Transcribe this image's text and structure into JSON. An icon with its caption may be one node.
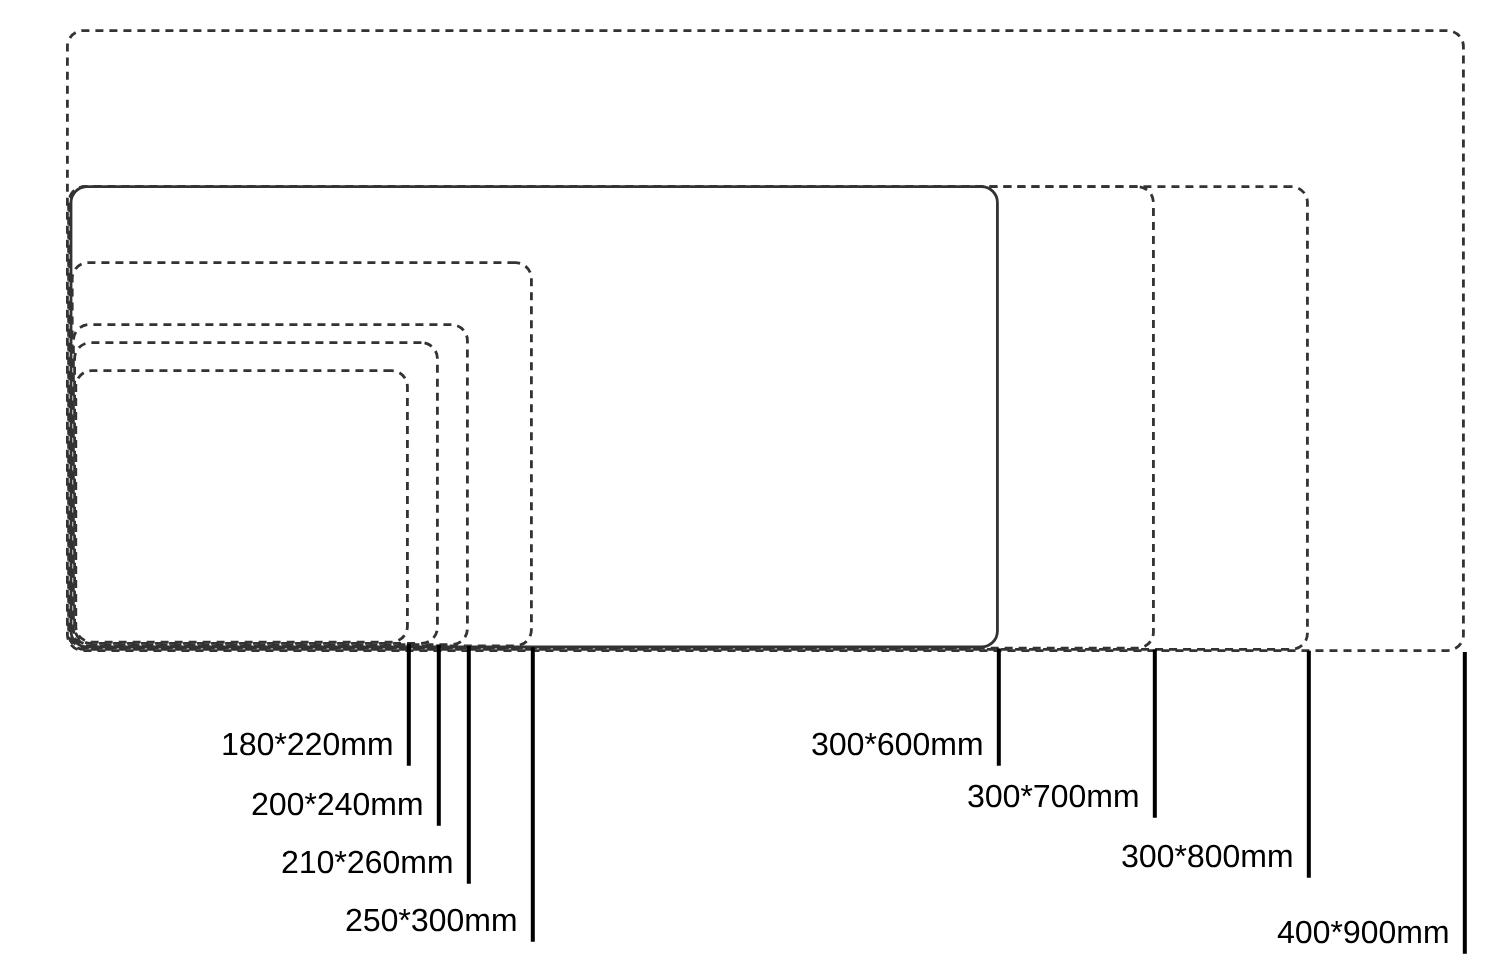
{
  "diagram": {
    "nodes": [
      {
        "text": [],
        "shape": "box"
      },
      {
        "text": [],
        "shape": "box",
        "in": 0
      },
      {
        "text": [],
        "shape": "box",
        "in": 1
      },
      {
        "text": [],
        "shape": "box",
        "in": 2
      },
      {
        "text": [],
        "shape": "box",
        "in": 3
      },
      {
        "text": [],
        "shape": "box",
        "in": 4
      },
      {
        "text": [],
        "shape": "box",
        "in": 5
      },
      {
        "text": [],
        "shape": "box",
        "in": 6
      },
      {
        "text": [
          "180*220mm"
        ]
      },
      {
        "text": [
          "200*240mm"
        ]
      },
      {
        "text": [
          "210*260mm"
        ]
      },
      {
        "text": [
          "250*300mm"
        ]
      },
      {
        "text": [
          "300*600mm"
        ]
      },
      {
        "text": [
          "300*700mm"
        ]
      },
      {
        "text": [
          "300*800mm"
        ]
      },
      {
        "text": [
          "400*900mm"
        ]
      }
    ],
    "edges": [
      {
        "from": 8,
        "to": 7,
        "arrow": "none"
      },
      {
        "from": 9,
        "to": 6,
        "arrow": "none"
      },
      {
        "from": 10,
        "to": 5,
        "arrow": "none"
      },
      {
        "from": 11,
        "to": 4,
        "arrow": "none"
      },
      {
        "from": 12,
        "to": 3,
        "arrow": "none"
      },
      {
        "from": 13,
        "to": 2,
        "arrow": "none"
      },
      {
        "from": 14,
        "to": 1,
        "arrow": "none"
      },
      {
        "from": 15,
        "to": 0,
        "arrow": "none"
      }
    ]
  }
}
